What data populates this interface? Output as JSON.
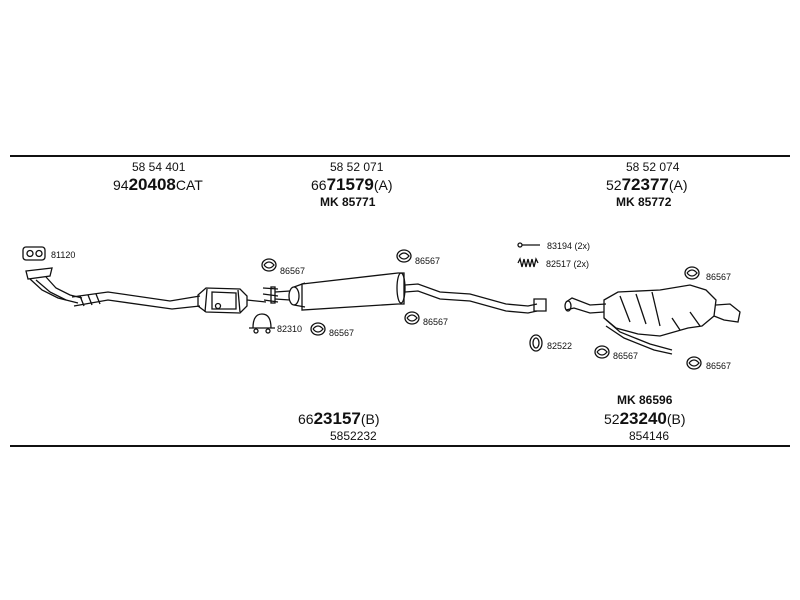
{
  "groups": {
    "front": {
      "code_top": "58 54 401",
      "part_prefix": "94",
      "part_bold": "20408",
      "part_suffix": "CAT"
    },
    "middle": {
      "code_top": "58 52 071",
      "part_prefix": "66",
      "part_bold": "71579",
      "part_suffix": "(A)",
      "mk": "MK 85771",
      "bottom_prefix": "66",
      "bottom_bold": "23157",
      "bottom_suffix": "(B)",
      "bottom_code": "5852232"
    },
    "rear": {
      "code_top": "58 52 074",
      "part_prefix": "52",
      "part_bold": "72377",
      "part_suffix": "(A)",
      "mk": "MK 85772",
      "mk_bottom": "MK 86596",
      "bottom_prefix": "52",
      "bottom_bold": "23240",
      "bottom_suffix": "(B)",
      "bottom_code": "854146"
    }
  },
  "callouts": {
    "gasket": "81120",
    "hanger_a": "86567",
    "clamp": "82310",
    "hanger_b": "86567",
    "hanger_c": "86567",
    "hanger_d": "86567",
    "bolts": "83194 (2x)",
    "springs": "82517 (2x)",
    "ring": "82522",
    "hanger_e": "86567",
    "hanger_f": "86567",
    "hanger_g": "86567"
  }
}
